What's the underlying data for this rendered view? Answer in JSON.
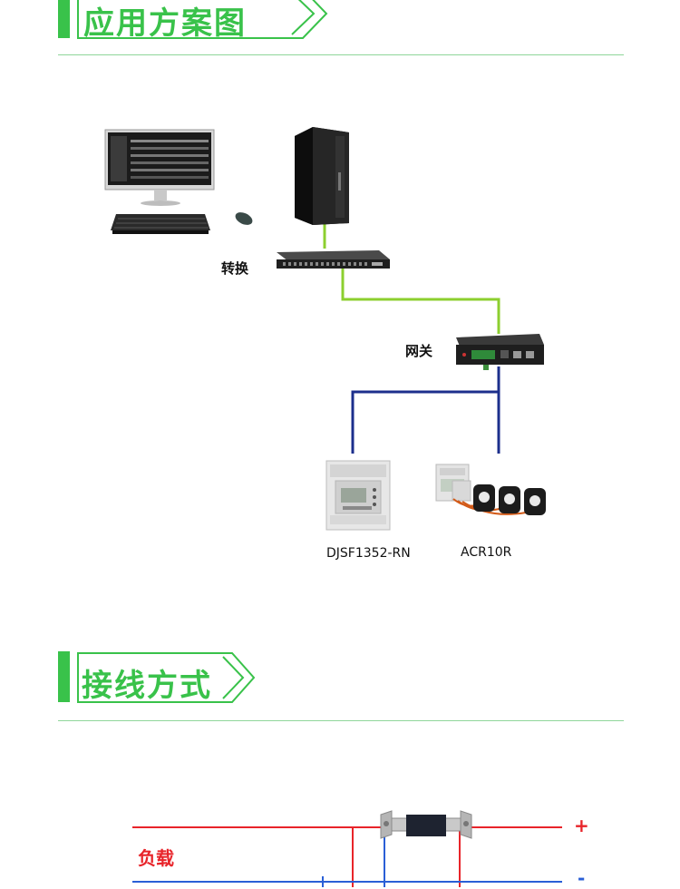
{
  "section1": {
    "title": "应用方案图"
  },
  "section2": {
    "title": "接线方式"
  },
  "diagram": {
    "switch_label": "转换",
    "gateway_label": "网关",
    "device1_label": "DJSF1352-RN",
    "device2_label": "ACR10R"
  },
  "wiring": {
    "load_label": "负载",
    "plus_label": "+",
    "minus_label": "-"
  },
  "colors": {
    "accent": "#39c24a",
    "ethernet": "#8ccf2f",
    "rs485": "#1c2f8c",
    "positive": "#e8242a",
    "negative": "#2a5fd6"
  }
}
